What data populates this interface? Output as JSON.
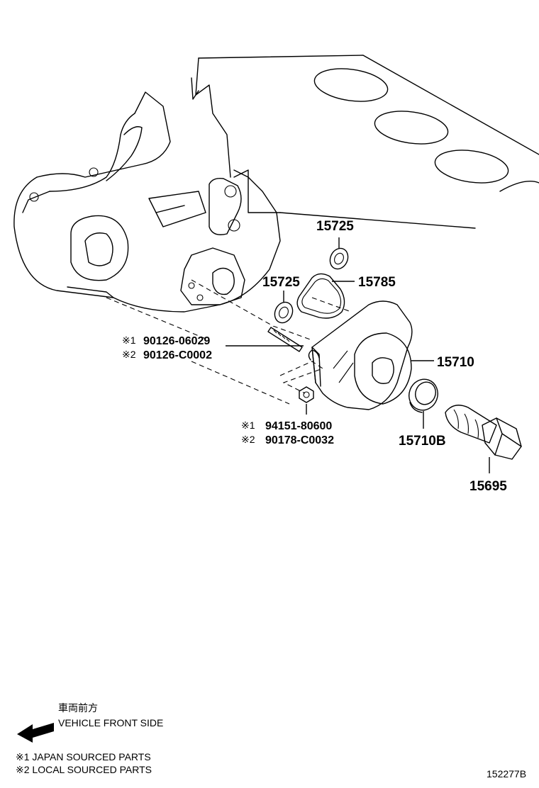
{
  "callouts": {
    "oring_upper": "15725",
    "oring_lower": "15725",
    "gasket": "15785",
    "cooler": "15710",
    "seal_ring": "15710B",
    "union_bolt": "15695"
  },
  "stud": {
    "mark1": "※1",
    "part1": "90126-06029",
    "mark2": "※2",
    "part2": "90126-C0002"
  },
  "nut": {
    "mark1": "※1",
    "part1": "94151-80600",
    "mark2": "※2",
    "part2": "90178-C0032"
  },
  "legend": {
    "front_jp": "車両前方",
    "front_en": "VEHICLE FRONT SIDE",
    "note1": "※1 JAPAN SOURCED PARTS",
    "note2": "※2 LOCAL SOURCED PARTS"
  },
  "figure_id": "152277B"
}
